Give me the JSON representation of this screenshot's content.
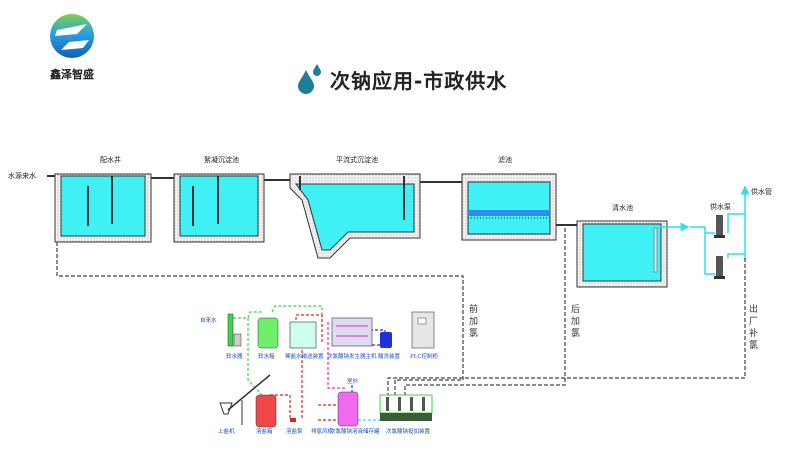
{
  "brand": {
    "name": "鑫泽智盛",
    "logo_icon": "xz-globe-logo"
  },
  "header": {
    "title": "次钠应用-市政供水",
    "icon": "water-drops-icon",
    "accent": "#1f7f9a"
  },
  "process": {
    "source": "水源来水",
    "tanks": [
      "配水井",
      "絮凝沉淀池",
      "平流式沉淀池",
      "滤池",
      "清水池"
    ],
    "pump": "供水泵",
    "outlet": "供水管",
    "dosing_points": [
      "前加氯",
      "后加氯",
      "出厂补氯"
    ]
  },
  "equipment": {
    "tap_water": "自来水",
    "top_row": [
      "软水器",
      "软水箱",
      "稀盐水输送装置",
      "次氯酸钠发生器主机",
      "酸洗装置",
      "PLC控制柜"
    ],
    "bottom_row": [
      "上盐机",
      "溶盐箱",
      "溶盐泵",
      "排氢风机",
      "次氯酸钠溶液储存罐",
      "次氯酸钠投加装置"
    ],
    "outdoor": "室外"
  },
  "colors": {
    "water": "#3ff0f5",
    "pipe": "#2de0ee",
    "wall": "#ddd",
    "green": "#3fd24a",
    "red": "#e02424",
    "magenta": "#e030d0",
    "blue": "#2030d8"
  }
}
